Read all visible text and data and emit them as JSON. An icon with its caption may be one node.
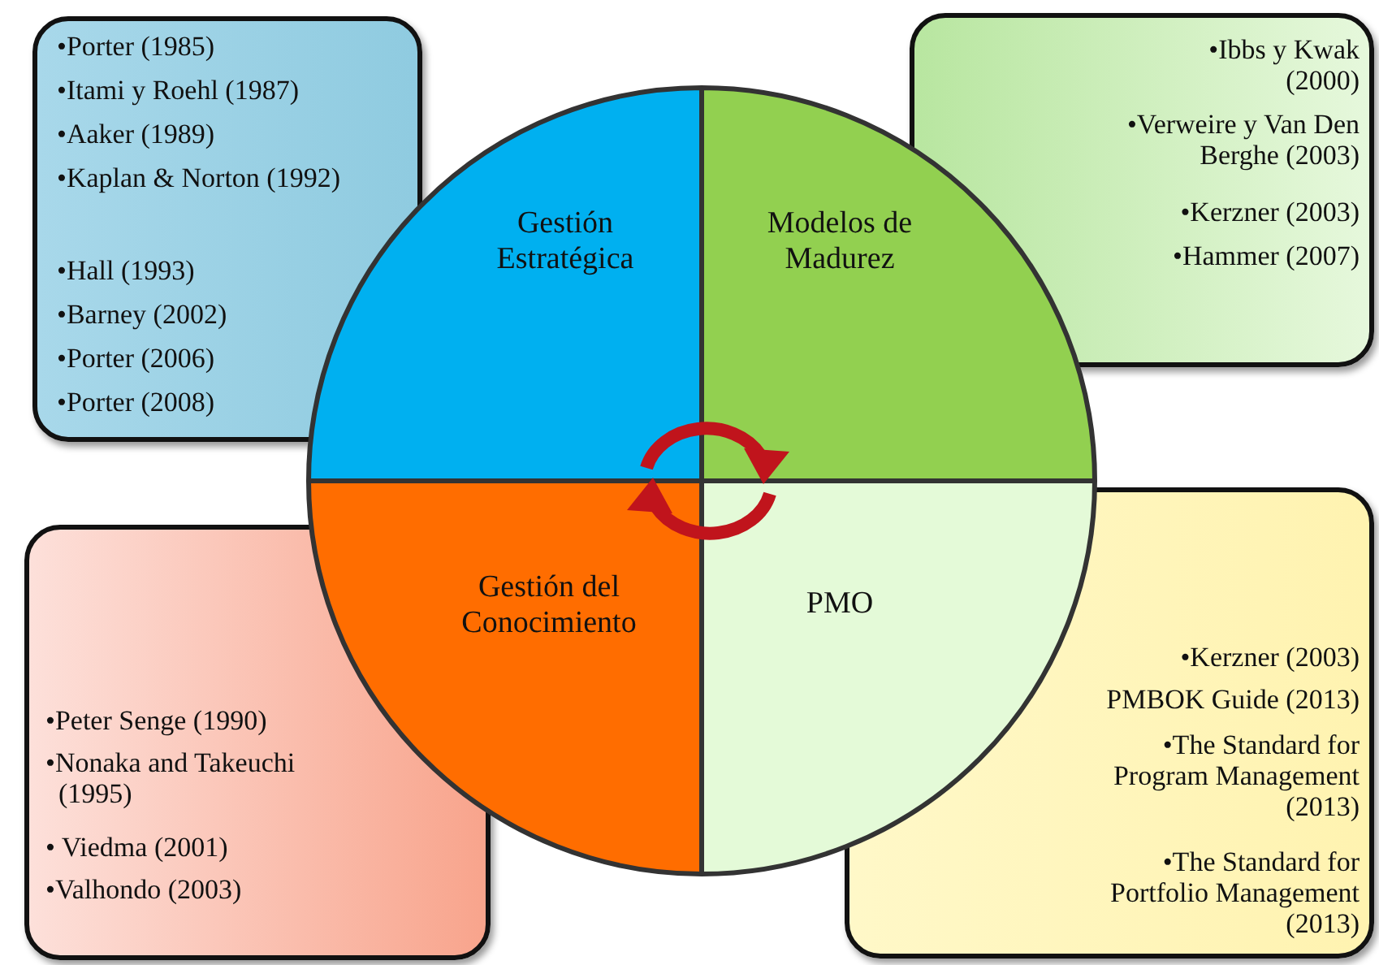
{
  "diagram": {
    "nodes": [
      {
        "text": [
          "•Porter (1985)",
          "•Itami y Roehl (1987)",
          "•Aaker (1989)",
          "•Kaplan & Norton (1992)",
          "•Hall (1993)",
          "•Barney (2002)",
          "•Porter (2006)",
          "•Porter (2008)"
        ]
      },
      {
        "text": [
          "•Ibbs y Kwak (2000)",
          "•Verweire y Van Den Berghe (2003)",
          "•Kerzner (2003)",
          "•Hammer (2007)"
        ]
      },
      {
        "text": [
          "•Peter Senge (1990)",
          "•Nonaka and Takeuchi (1995)",
          "• Viedma (2001)",
          "•Valhondo (2003)"
        ]
      },
      {
        "text": [
          "•Kerzner (2003)",
          "PMBOK Guide (2013)",
          "•The Standard for Program Management (2013)",
          "•The Standard for Portfolio Management (2013)"
        ]
      },
      {
        "text": [
          "Gestión Estratégica"
        ]
      },
      {
        "text": [
          "Modelos de Madurez"
        ]
      },
      {
        "text": [
          "Gestión del Conocimiento"
        ]
      },
      {
        "text": [
          "PMO"
        ]
      }
    ]
  }
}
